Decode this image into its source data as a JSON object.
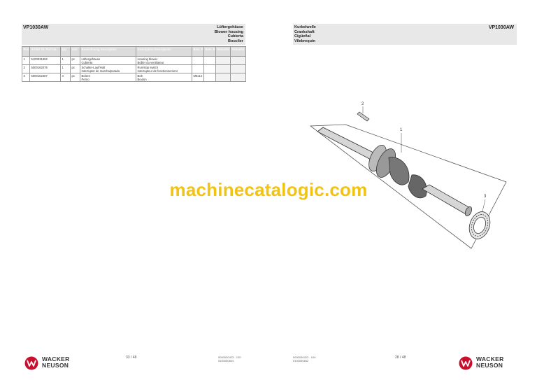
{
  "left_page": {
    "model": "VP1030AW",
    "titles": [
      "Lüftergehäuse",
      "Blower housing",
      "Cubierta",
      "Bouclier"
    ],
    "table": {
      "headers": [
        "Pos. Ref.",
        "Artikel Nr. Part No.",
        "Qty",
        "Unit",
        "Bezeichnung Description",
        "Description Descripción",
        "Bem. Remarks",
        "Bem. Remarks",
        "Remarks Observ.",
        "Remarks Observ."
      ],
      "rows": [
        {
          "pos": "1",
          "part": "5100031892",
          "qty": "1",
          "unit": "pc",
          "name_de": "Lüftergehäuse",
          "name_es": "Cubierta",
          "name_en": "Housing blower",
          "name_fr": "Bollier du ventilateur",
          "remark": ""
        },
        {
          "pos": "2",
          "part": "5000162076",
          "qty": "1",
          "unit": "pc",
          "name_de": "Schalter-Lauf/Halt",
          "name_es": "Interruptor de marcha/parada",
          "name_en": "Run/stop switch",
          "name_fr": "Interrupteur de fonctionnement",
          "remark": ""
        },
        {
          "pos": "3",
          "part": "5000152487",
          "qty": "4",
          "unit": "pc",
          "name_de": "Bolzen",
          "name_es": "Perno",
          "name_en": "Bolt",
          "name_fr": "Boulon",
          "remark": "M6x12"
        }
      ]
    },
    "page_number": "33 / 48",
    "doc_numbers": [
      "5000030423 - 100",
      "5100050844"
    ],
    "logo": [
      "WACKER",
      "NEUSON"
    ]
  },
  "right_page": {
    "model": "VP1030AW",
    "titles": [
      "Kurbelwelle",
      "Crankshaft",
      "Cigüeñal",
      "Vilebrequin"
    ],
    "callouts": [
      "1",
      "2",
      "3"
    ],
    "page_number": "28 / 48",
    "doc_numbers": [
      "5000030423 - 100",
      "5100050842"
    ],
    "logo": [
      "WACKER",
      "NEUSON"
    ]
  },
  "watermark": "machinecatalogic.com",
  "colors": {
    "watermark": "#f2c312",
    "header_bg": "#e8e8e8",
    "logo_red": "#c8102e"
  }
}
